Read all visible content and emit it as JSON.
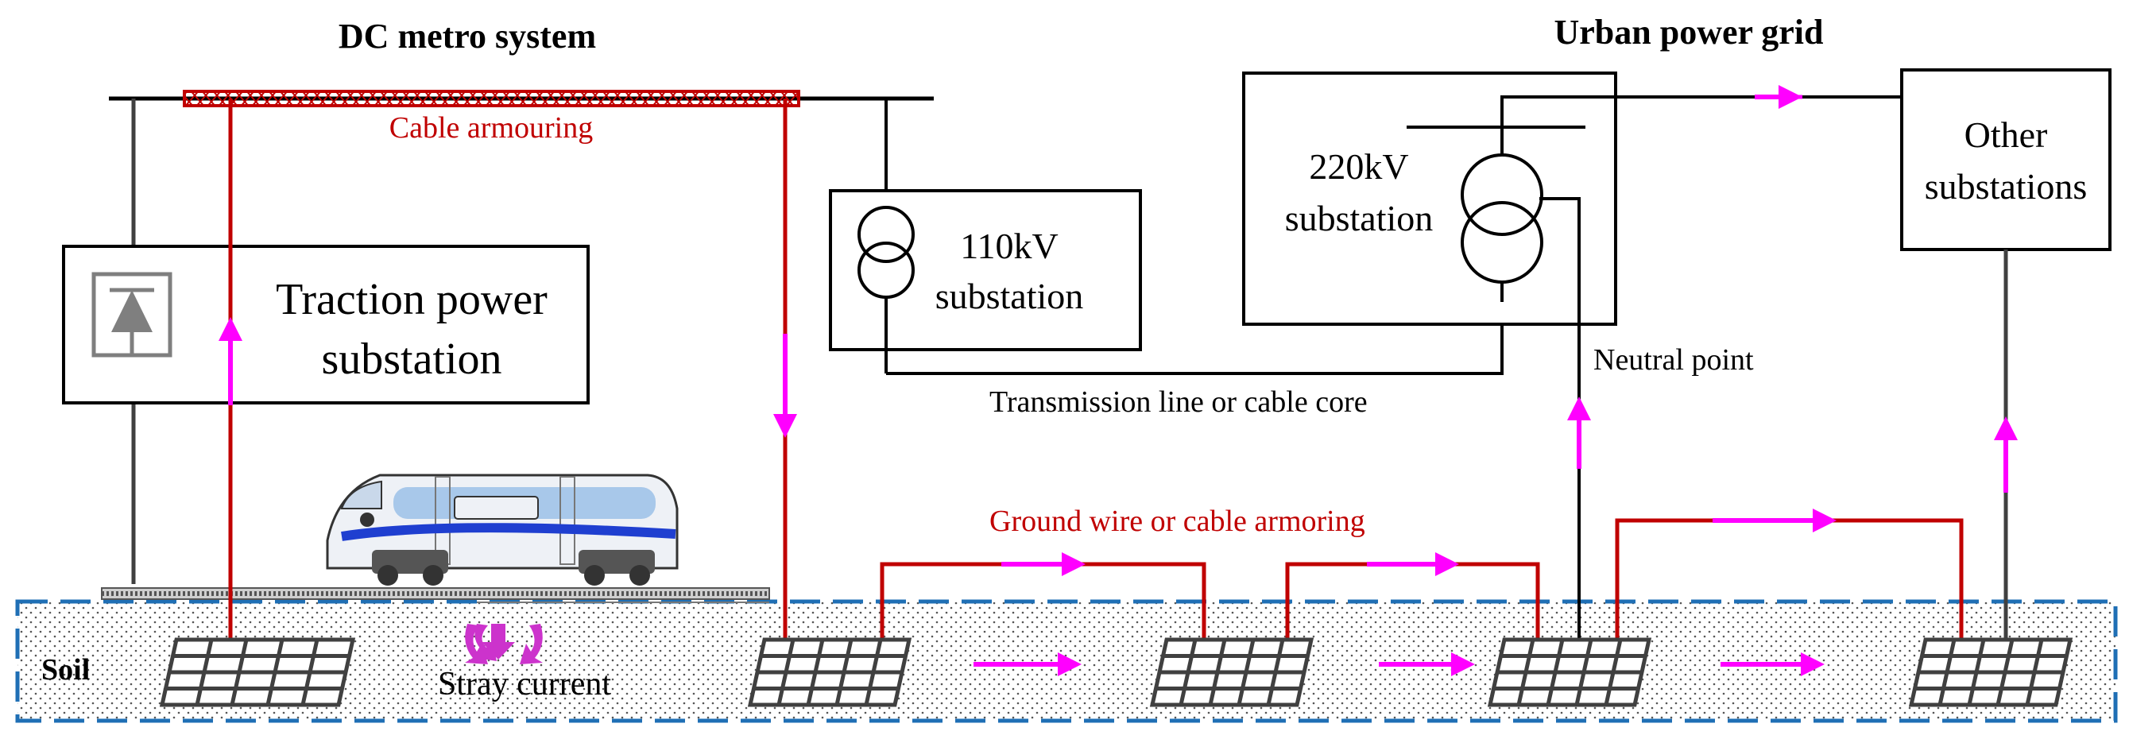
{
  "titles": {
    "metro": "DC metro system",
    "grid": "Urban power grid"
  },
  "labels": {
    "cable_armouring": "Cable armouring",
    "traction_line1": "Traction power",
    "traction_line2": "substation",
    "sub110_line1": "110kV",
    "sub110_line2": "substation",
    "sub220_line1": "220kV",
    "sub220_line2": "substation",
    "other_line1": "Other",
    "other_line2": "substations",
    "neutral_point": "Neutral point",
    "transmission": "Transmission line or cable core",
    "ground_wire": "Ground wire or cable armoring",
    "soil": "Soil",
    "stray_current": "Stray current"
  },
  "colors": {
    "black": "#000000",
    "red": "#c00000",
    "magenta": "#ff00ff",
    "grid_gray": "#404040",
    "soil_border": "#1f6fb5",
    "soil_dot": "#666666",
    "train_body": "#e8ecf2",
    "train_stripe": "#1f3fd0",
    "train_window": "#a8c8ea",
    "stray_arrow": "#cc33cc"
  }
}
